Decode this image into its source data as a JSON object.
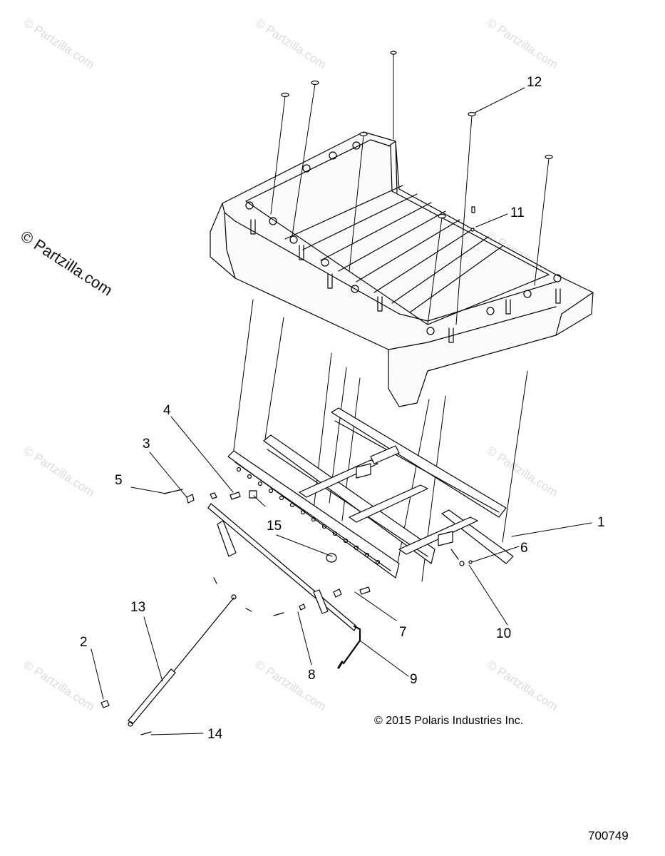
{
  "watermark_text": "© Partzilla.com",
  "callouts": [
    "1",
    "2",
    "3",
    "4",
    "5",
    "6",
    "7",
    "8",
    "9",
    "10",
    "11",
    "12",
    "13",
    "14",
    "15"
  ],
  "copyright": "© 2015 Polaris Industries Inc.",
  "diagram_id": "700749",
  "colors": {
    "line": "#000000",
    "watermark": "#dcdcdc"
  }
}
